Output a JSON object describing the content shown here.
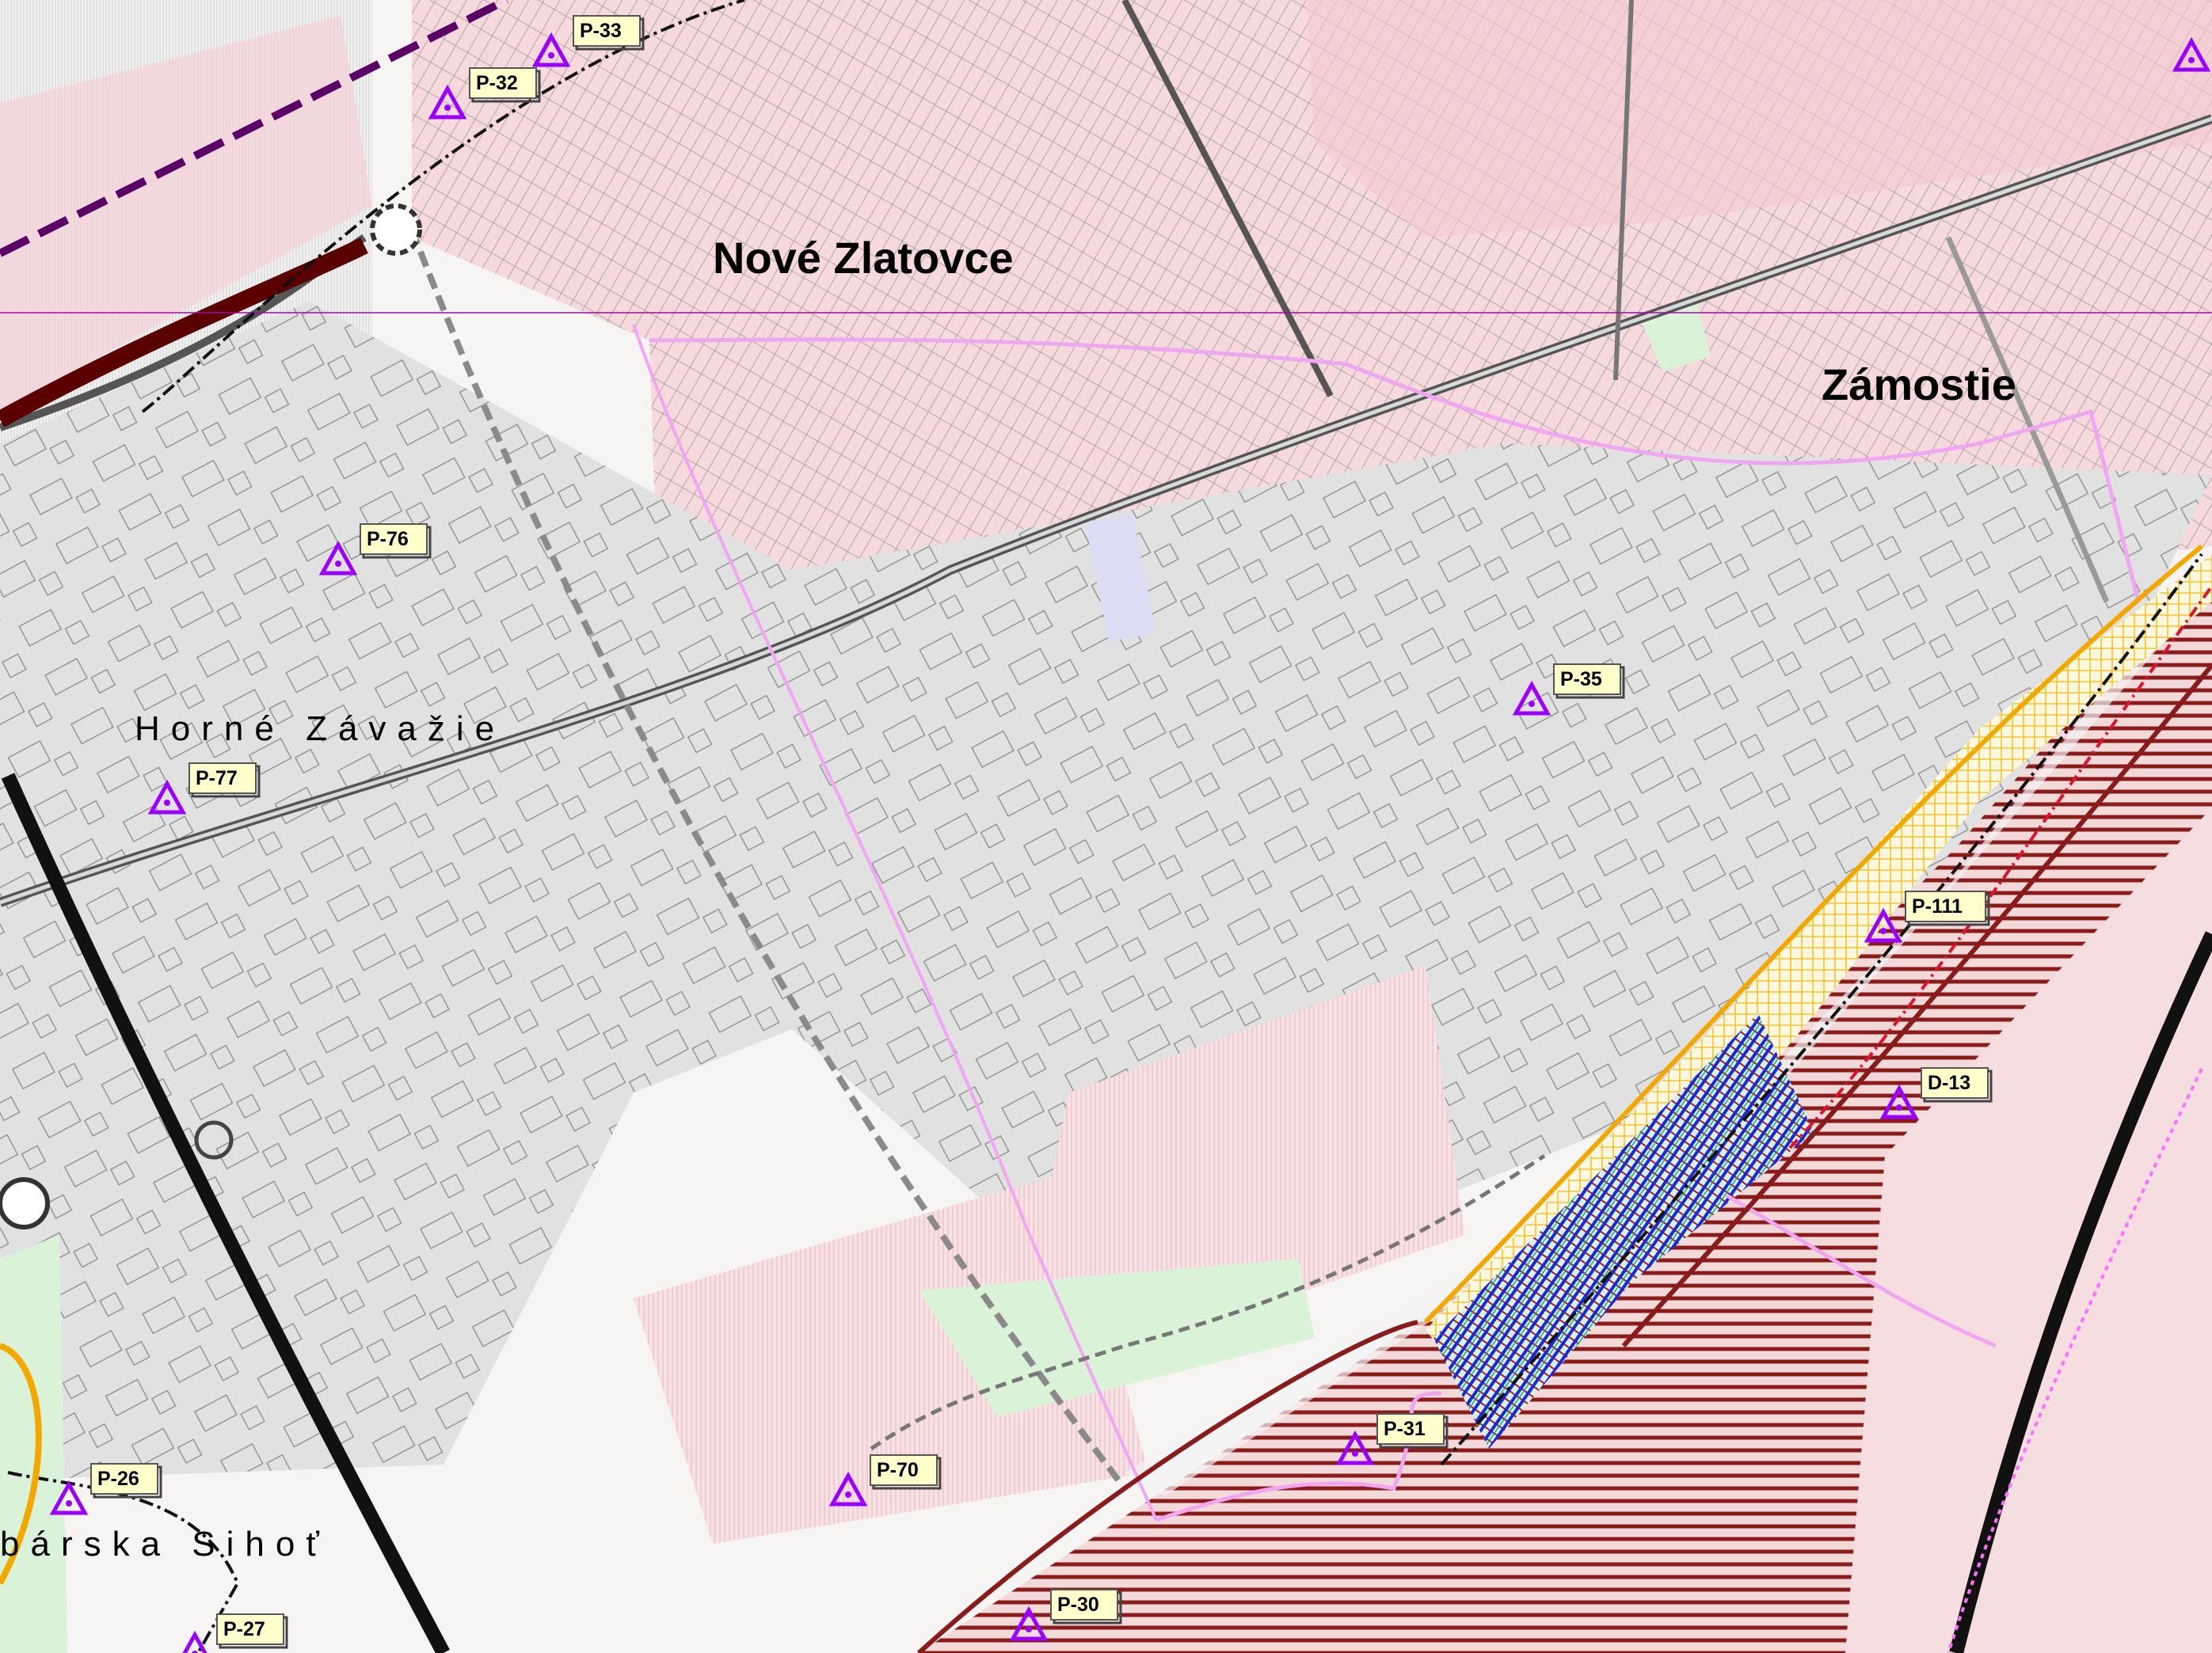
{
  "places": [
    {
      "id": "nove-zlatovce",
      "text": "Nové Zlatovce",
      "style": "bold"
    },
    {
      "id": "zamostie",
      "text": "Zámostie",
      "style": "bold"
    },
    {
      "id": "horne-zavazie",
      "text": "Horné Závažie",
      "style": "spaced"
    },
    {
      "id": "rybarska-sihot",
      "text": "bárska Sihoť",
      "style": "spaced"
    }
  ],
  "markers": [
    {
      "id": "p-33",
      "label": "P-33"
    },
    {
      "id": "p-32",
      "label": "P-32"
    },
    {
      "id": "p-76",
      "label": "P-76"
    },
    {
      "id": "p-35",
      "label": "P-35"
    },
    {
      "id": "p-77",
      "label": "P-77"
    },
    {
      "id": "p-111",
      "label": "P-111"
    },
    {
      "id": "d-13",
      "label": "D-13"
    },
    {
      "id": "p-31",
      "label": "P-31"
    },
    {
      "id": "p-70",
      "label": "P-70"
    },
    {
      "id": "p-26",
      "label": "P-26"
    },
    {
      "id": "p-30",
      "label": "P-30"
    },
    {
      "id": "p-27",
      "label": "P-27"
    },
    {
      "id": "top-right",
      "label": ""
    }
  ],
  "colors": {
    "residential_fill": "#f6d9dc",
    "residential_dense": "#f3c9cf",
    "industrial_fill": "#e1e1e1",
    "green_fill": "#d9f2d8",
    "marker_color": "#9b00ff",
    "marker_label_bg": "#ffffcc",
    "boundary_pink": "#f0a6f0",
    "hatch_red": "#8b1a1a",
    "hatch_yellow": "#f3c32d",
    "hatch_blue": "#1a2bd6",
    "railway_black": "#111111",
    "district_line": "#a00ca0"
  }
}
